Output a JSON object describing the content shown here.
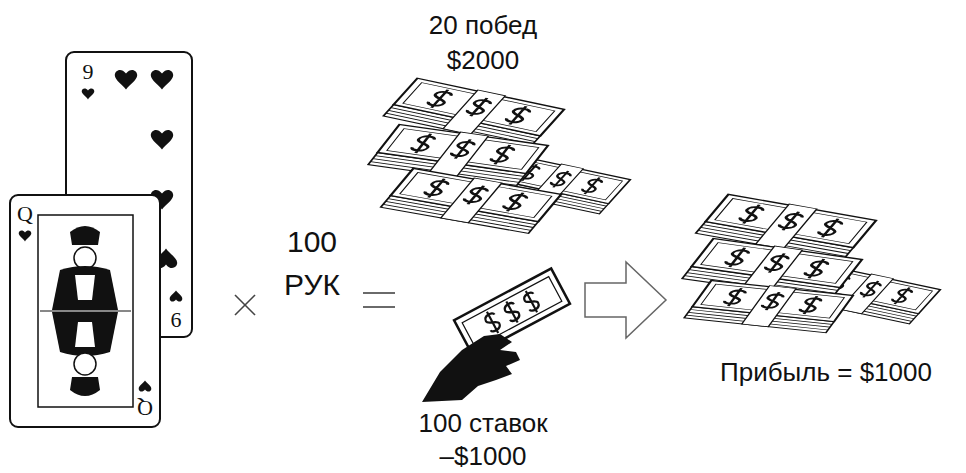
{
  "diagram": {
    "labels": [
      "20 побед",
      "$2000",
      "100",
      "РУК",
      "100 ставок",
      "–$1000",
      "Прибыль = $1000",
      "9",
      "6",
      "Q",
      "Q"
    ]
  }
}
